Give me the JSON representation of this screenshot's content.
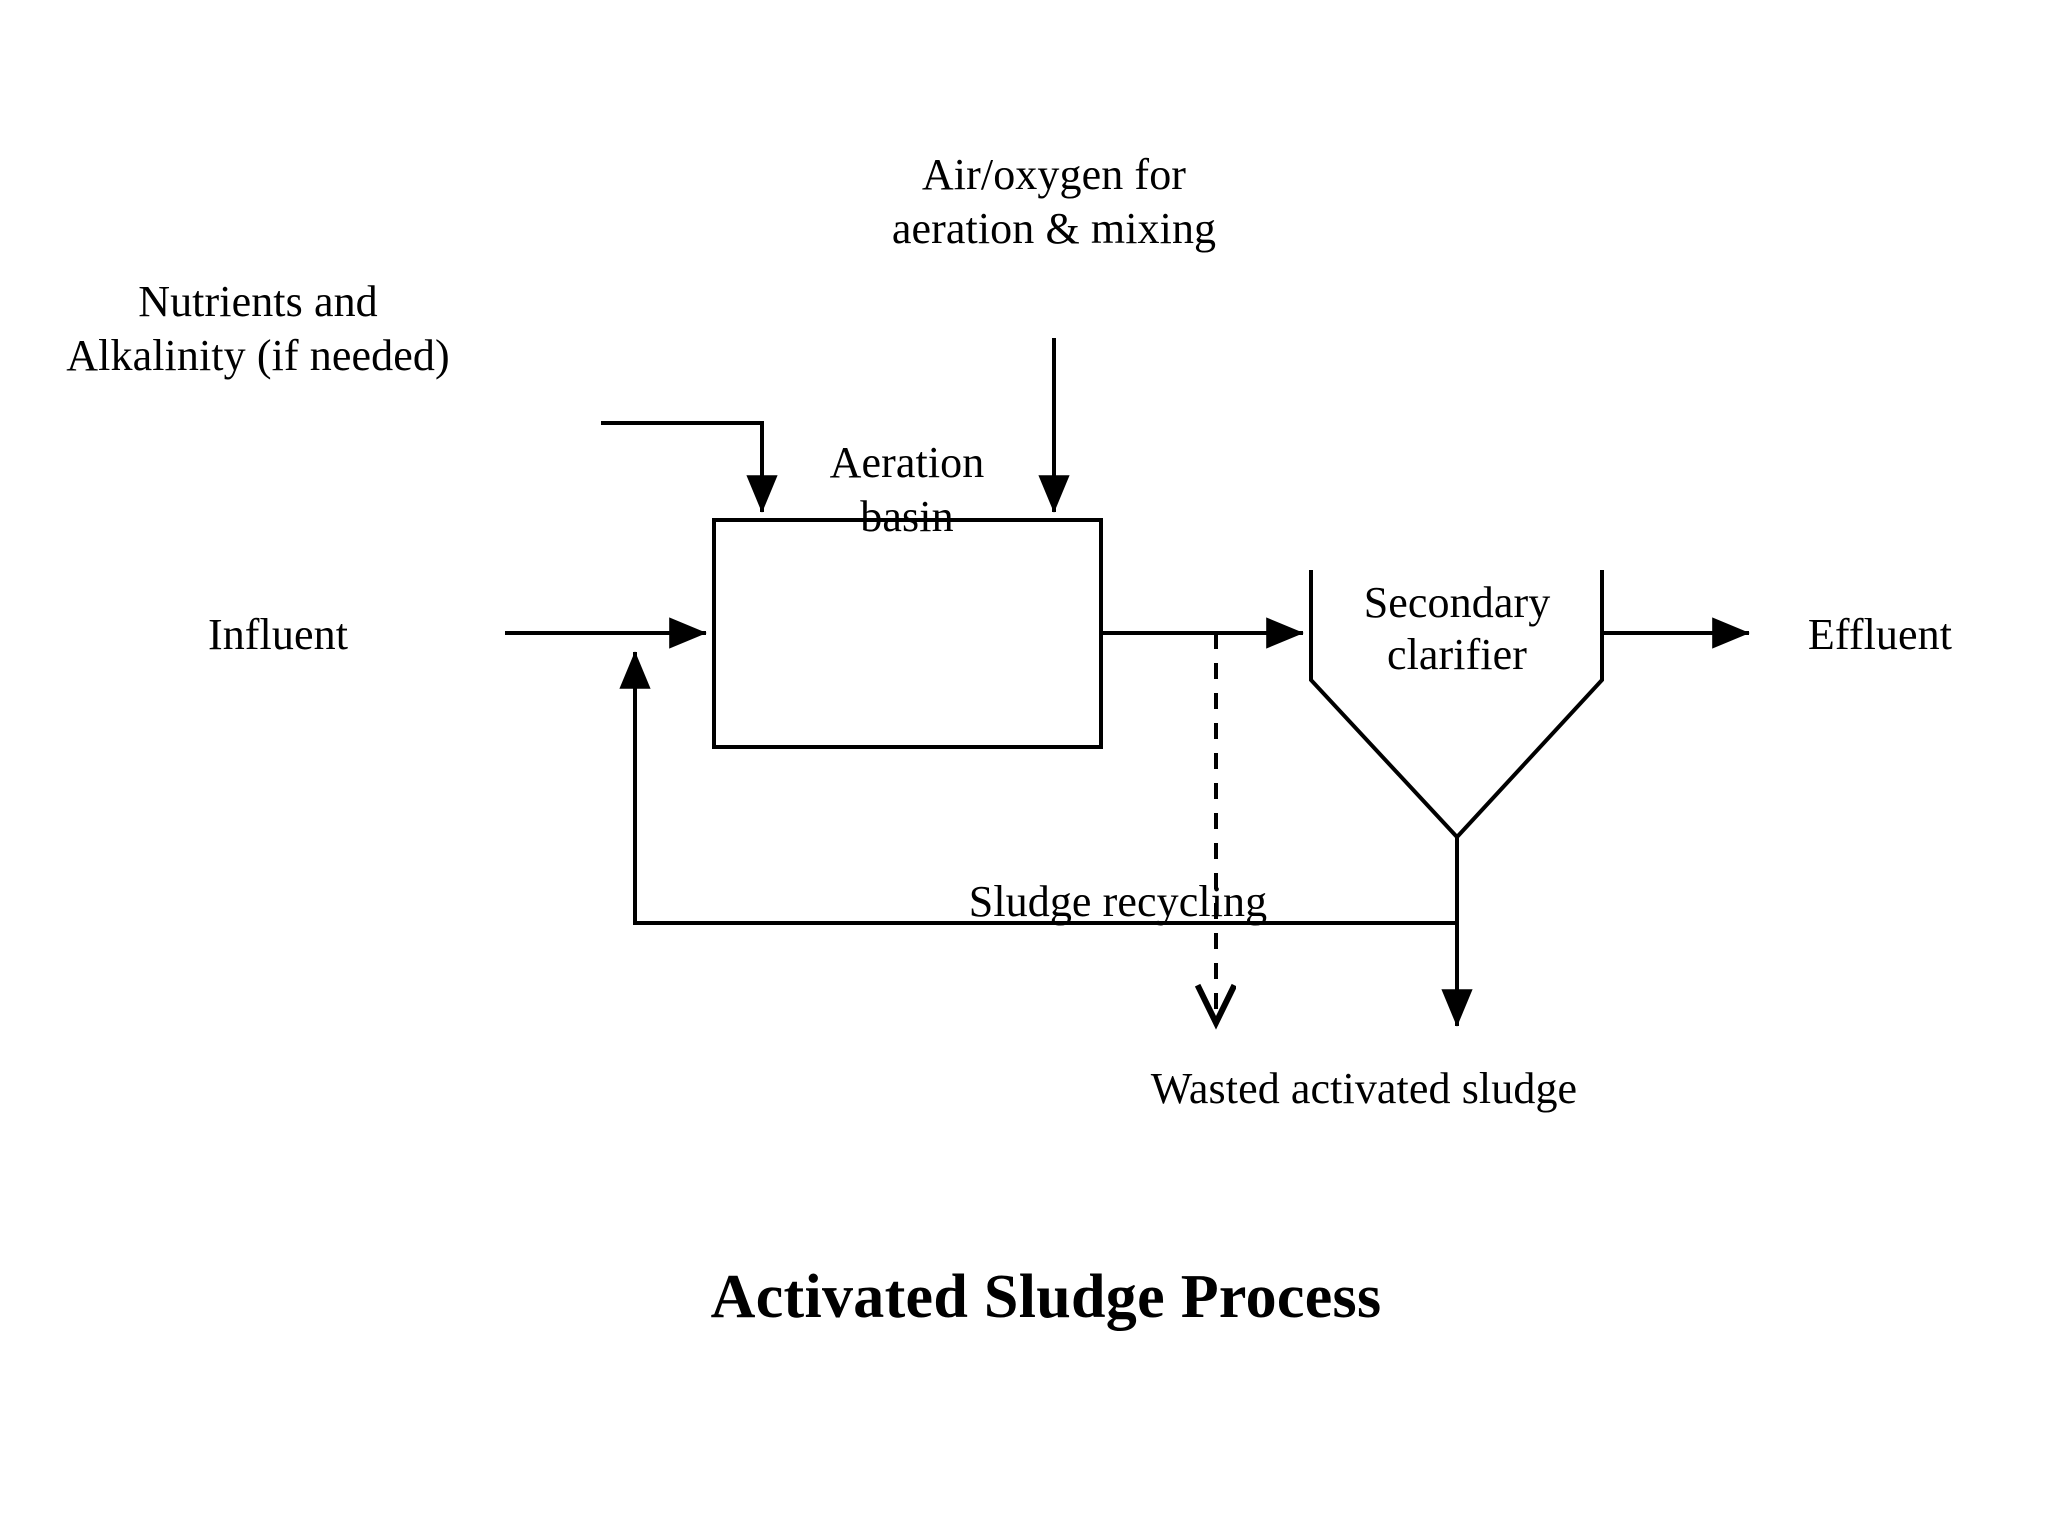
{
  "diagram": {
    "title": "Activated Sludge Process",
    "background_color": "#ffffff",
    "line_color": "#000000",
    "nodes": {
      "aeration_basin": {
        "label_line1": "Aeration",
        "label_line2": "basin",
        "shape": "rectangle"
      },
      "secondary_clarifier": {
        "label_line1": "Secondary",
        "label_line2": "clarifier",
        "shape": "hopper"
      }
    },
    "labels": {
      "air_oxygen_line1": "Air/oxygen for",
      "air_oxygen_line2": "aeration & mixing",
      "nutrients_line1": "Nutrients and",
      "nutrients_line2": "Alkalinity (if needed)",
      "influent": "Influent",
      "effluent": "Effluent",
      "sludge_recycling": "Sludge recycling",
      "wasted_activated_sludge": "Wasted activated sludge"
    },
    "flows": [
      {
        "name": "influent-to-basin",
        "style": "solid",
        "arrow": "filled"
      },
      {
        "name": "air-oxygen-to-basin",
        "style": "solid",
        "arrow": "filled"
      },
      {
        "name": "nutrients-to-basin",
        "style": "solid",
        "arrow": "filled"
      },
      {
        "name": "basin-to-clarifier",
        "style": "solid",
        "arrow": "filled"
      },
      {
        "name": "clarifier-to-effluent",
        "style": "solid",
        "arrow": "filled"
      },
      {
        "name": "sludge-recycle-loop",
        "style": "solid",
        "arrow": "filled"
      },
      {
        "name": "basin-waste-branch",
        "style": "dashed",
        "arrow": "open"
      },
      {
        "name": "clarifier-waste-branch",
        "style": "solid",
        "arrow": "filled"
      }
    ]
  }
}
